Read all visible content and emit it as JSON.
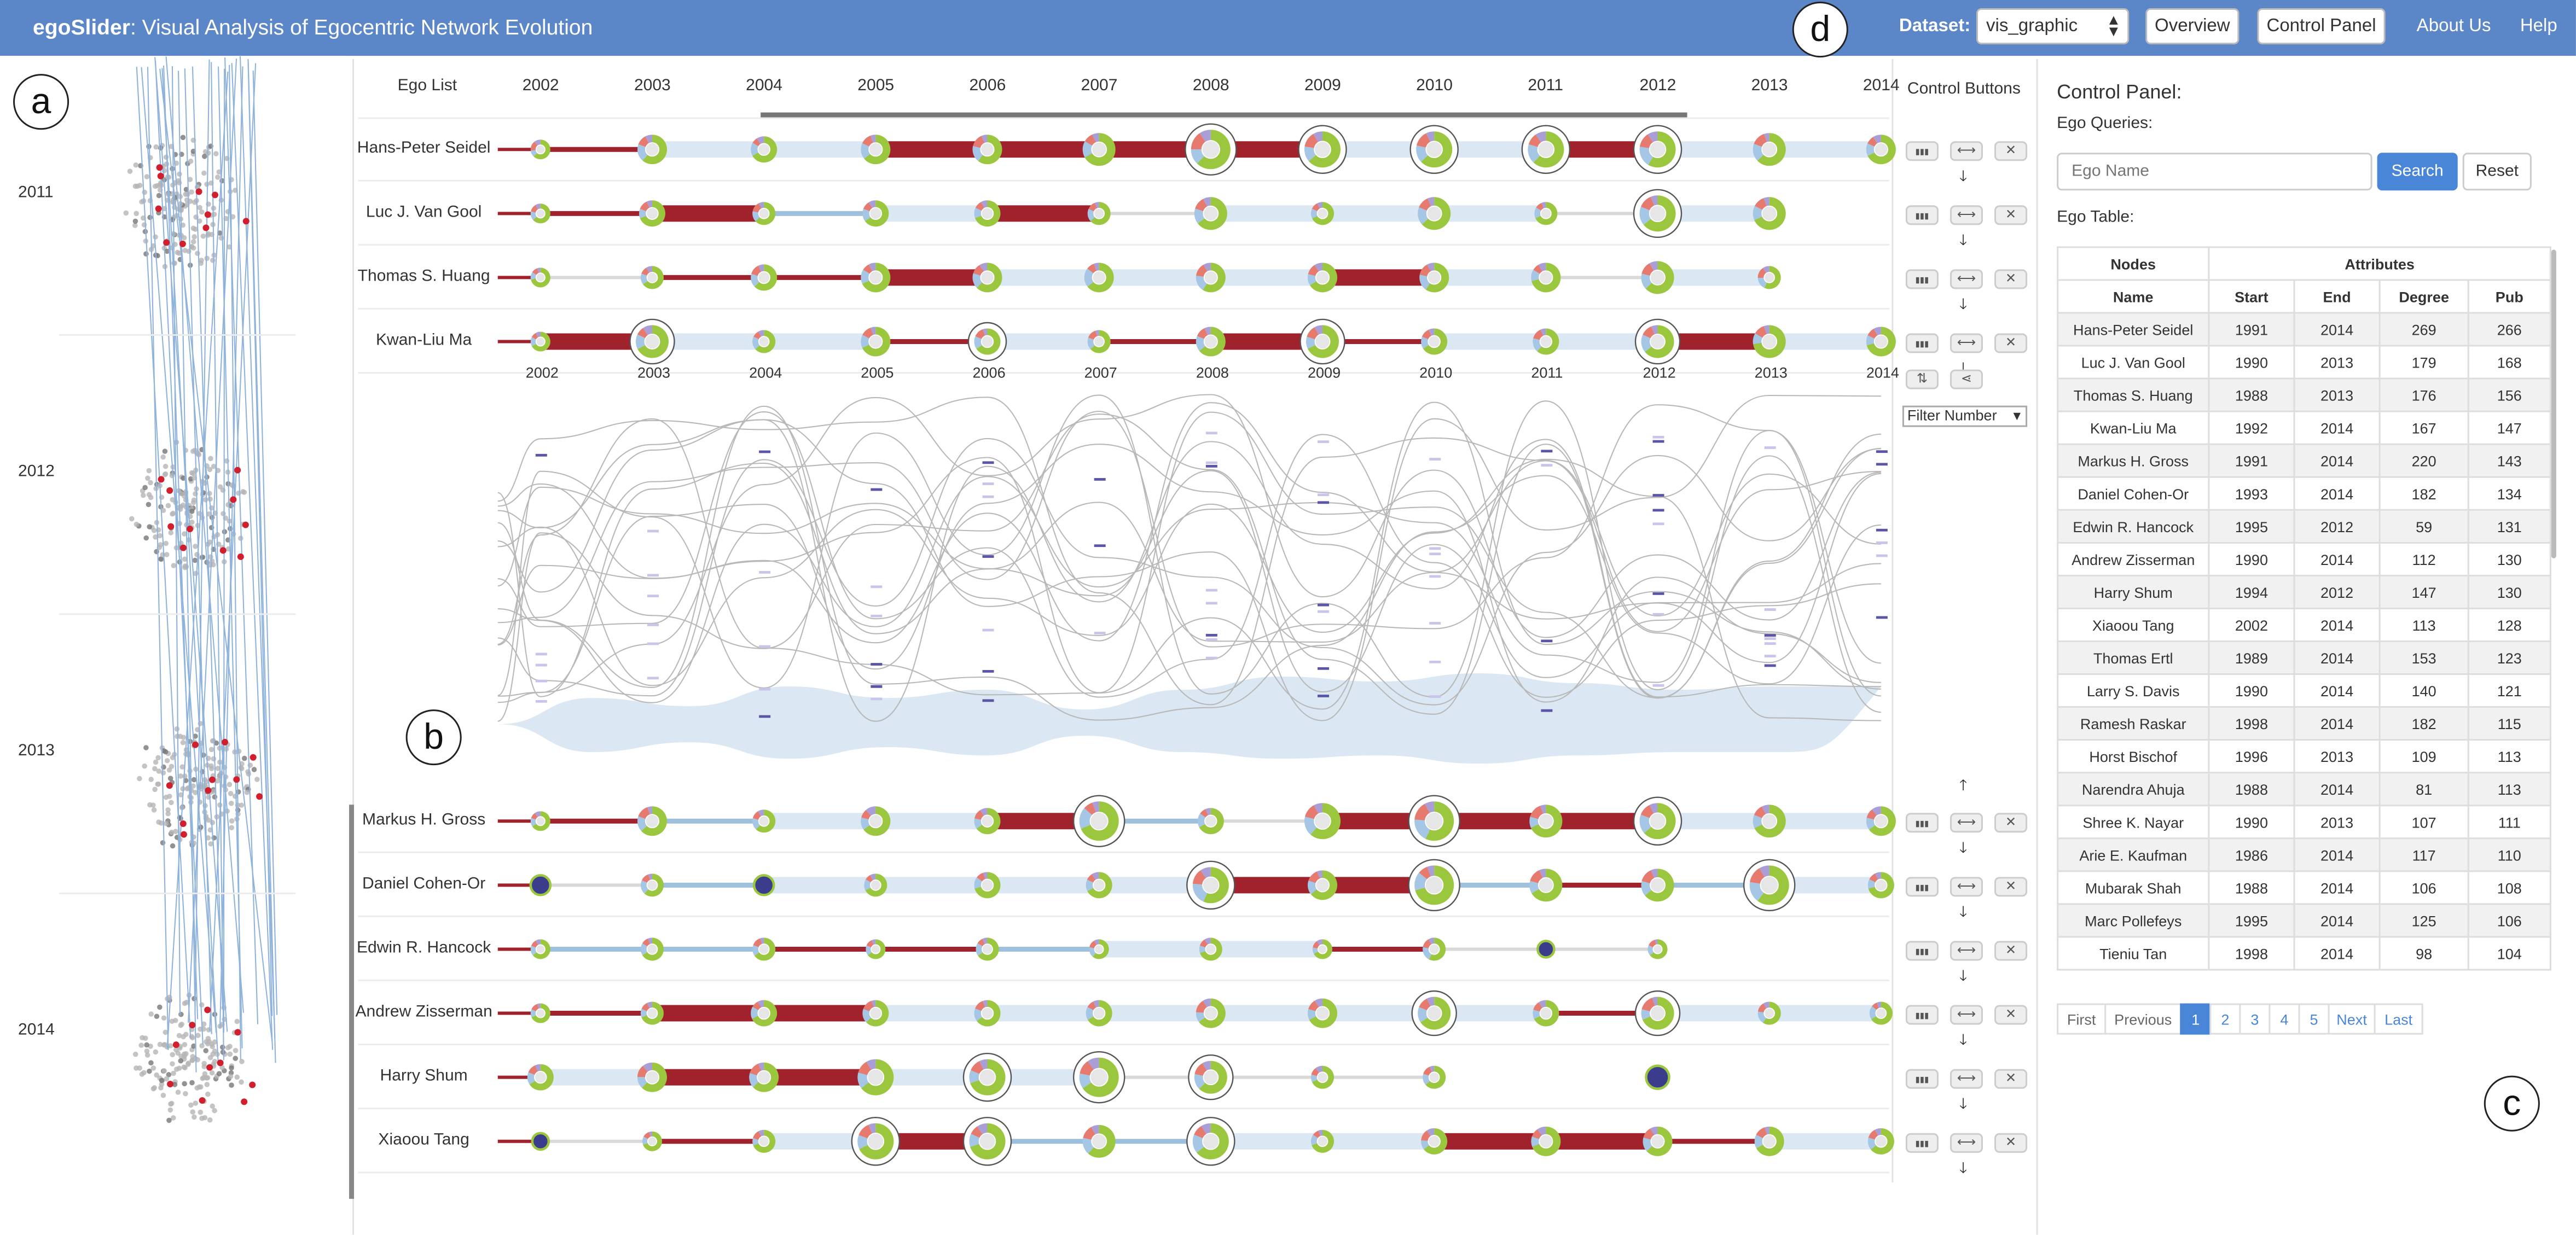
{
  "app": {
    "title_bold": "egoSlider",
    "title_rest": ": Visual Analysis of Egocentric Network Evolution"
  },
  "nav": {
    "dataset_label": "Dataset:",
    "dataset_value": "vis_graphic",
    "overview_button": "Overview",
    "control_panel_button": "Control Panel",
    "about_link": "About Us",
    "help_link": "Help"
  },
  "panel_labels": {
    "a": "a",
    "b": "b",
    "c": "c",
    "d": "d"
  },
  "left_panel": {
    "years": [
      "2011",
      "2012",
      "2013",
      "2014"
    ]
  },
  "timeline": {
    "ego_list_label": "Ego List",
    "years": [
      "2002",
      "2003",
      "2004",
      "2005",
      "2006",
      "2007",
      "2008",
      "2009",
      "2010",
      "2011",
      "2012",
      "2013",
      "2014"
    ],
    "top_egos": [
      "Hans-Peter Seidel",
      "Luc J. Van Gool",
      "Thomas S. Huang",
      "Kwan-Liu Ma"
    ],
    "bottom_egos": [
      "Markus H. Gross",
      "Daniel Cohen-Or",
      "Edwin R. Hancock",
      "Andrew Zisserman",
      "Harry Shum",
      "Xiaoou Tang"
    ]
  },
  "controls": {
    "title": "Control Buttons",
    "filter_label": "Filter Number",
    "chart_icon": "▮▮▮",
    "stretch_icon": "⟷",
    "close_icon": "✕",
    "down_icon": "🡓",
    "up_icon": "🡑",
    "sort_icon": "⇅",
    "share_icon": "⋖"
  },
  "control_panel": {
    "title": "Control Panel:",
    "ego_queries_label": "Ego Queries:",
    "search_placeholder": "Ego Name",
    "search_button": "Search",
    "reset_button": "Reset",
    "ego_table_label": "Ego Table:",
    "group_headers": [
      "Nodes",
      "Attributes"
    ],
    "columns": [
      "Name",
      "Start",
      "End",
      "Degree",
      "Pub"
    ],
    "rows": [
      [
        "Hans-Peter Seidel",
        "1991",
        "2014",
        "269",
        "266"
      ],
      [
        "Luc J. Van Gool",
        "1990",
        "2013",
        "179",
        "168"
      ],
      [
        "Thomas S. Huang",
        "1988",
        "2013",
        "176",
        "156"
      ],
      [
        "Kwan-Liu Ma",
        "1992",
        "2014",
        "167",
        "147"
      ],
      [
        "Markus H. Gross",
        "1991",
        "2014",
        "220",
        "143"
      ],
      [
        "Daniel Cohen-Or",
        "1993",
        "2014",
        "182",
        "134"
      ],
      [
        "Edwin R. Hancock",
        "1995",
        "2012",
        "59",
        "131"
      ],
      [
        "Andrew Zisserman",
        "1990",
        "2014",
        "112",
        "130"
      ],
      [
        "Harry Shum",
        "1994",
        "2012",
        "147",
        "130"
      ],
      [
        "Xiaoou Tang",
        "2002",
        "2014",
        "113",
        "128"
      ],
      [
        "Thomas Ertl",
        "1989",
        "2014",
        "153",
        "123"
      ],
      [
        "Larry S. Davis",
        "1990",
        "2014",
        "140",
        "121"
      ],
      [
        "Ramesh Raskar",
        "1998",
        "2014",
        "182",
        "115"
      ],
      [
        "Horst Bischof",
        "1996",
        "2013",
        "109",
        "113"
      ],
      [
        "Narendra Ahuja",
        "1988",
        "2014",
        "81",
        "113"
      ],
      [
        "Shree K. Nayar",
        "1990",
        "2013",
        "107",
        "111"
      ],
      [
        "Arie E. Kaufman",
        "1986",
        "2014",
        "117",
        "110"
      ],
      [
        "Mubarak Shah",
        "1988",
        "2014",
        "106",
        "108"
      ],
      [
        "Marc Pollefeys",
        "1995",
        "2014",
        "125",
        "106"
      ],
      [
        "Tieniu Tan",
        "1998",
        "2014",
        "98",
        "104"
      ]
    ],
    "pagination": [
      "First",
      "Previous",
      "1",
      "2",
      "3",
      "4",
      "5",
      "Next",
      "Last"
    ],
    "active_page": "1"
  },
  "colors": {
    "nav_bg": "#5b87c8",
    "accent": "#4a86d8",
    "strong_edge": "#a0222c",
    "light_band": "#dbe8f3",
    "node_green": "#9ac73d"
  }
}
